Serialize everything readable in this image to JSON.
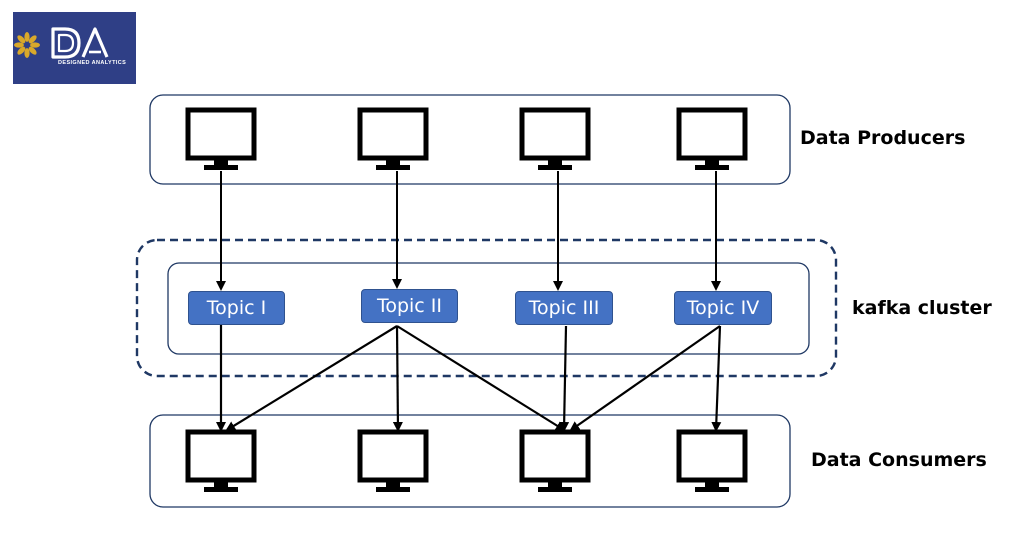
{
  "logo": {
    "mark": "DA",
    "tagline": "DESIGNED ANALYTICS",
    "colors": {
      "background": "#2f3f86",
      "emblem": "#d9a82a",
      "text": "#ffffff"
    }
  },
  "groups": {
    "producers_label": "Data Producers",
    "cluster_label": "kafka cluster",
    "consumers_label": "Data Consumers"
  },
  "topics": [
    {
      "label": "Topic I"
    },
    {
      "label": "Topic II"
    },
    {
      "label": "Topic III"
    },
    {
      "label": "Topic IV"
    }
  ],
  "producers": [
    {
      "icon": "computer-monitor-icon"
    },
    {
      "icon": "computer-monitor-icon"
    },
    {
      "icon": "computer-monitor-icon"
    },
    {
      "icon": "computer-monitor-icon"
    }
  ],
  "consumers": [
    {
      "icon": "computer-monitor-icon"
    },
    {
      "icon": "computer-monitor-icon"
    },
    {
      "icon": "computer-monitor-icon"
    },
    {
      "icon": "computer-monitor-icon"
    }
  ],
  "edges": [
    {
      "from": "producer-1",
      "to": "topic-1"
    },
    {
      "from": "producer-2",
      "to": "topic-2"
    },
    {
      "from": "producer-3",
      "to": "topic-3"
    },
    {
      "from": "producer-4",
      "to": "topic-4"
    },
    {
      "from": "topic-1",
      "to": "consumer-1"
    },
    {
      "from": "topic-2",
      "to": "consumer-1"
    },
    {
      "from": "topic-2",
      "to": "consumer-2"
    },
    {
      "from": "topic-2",
      "to": "consumer-3"
    },
    {
      "from": "topic-3",
      "to": "consumer-3"
    },
    {
      "from": "topic-4",
      "to": "consumer-3"
    },
    {
      "from": "topic-4",
      "to": "consumer-4"
    }
  ],
  "colors": {
    "topic_fill": "#4472c4",
    "topic_border": "#2f528f",
    "cluster_border": "#1f3864",
    "group_border": "#1f3864"
  }
}
